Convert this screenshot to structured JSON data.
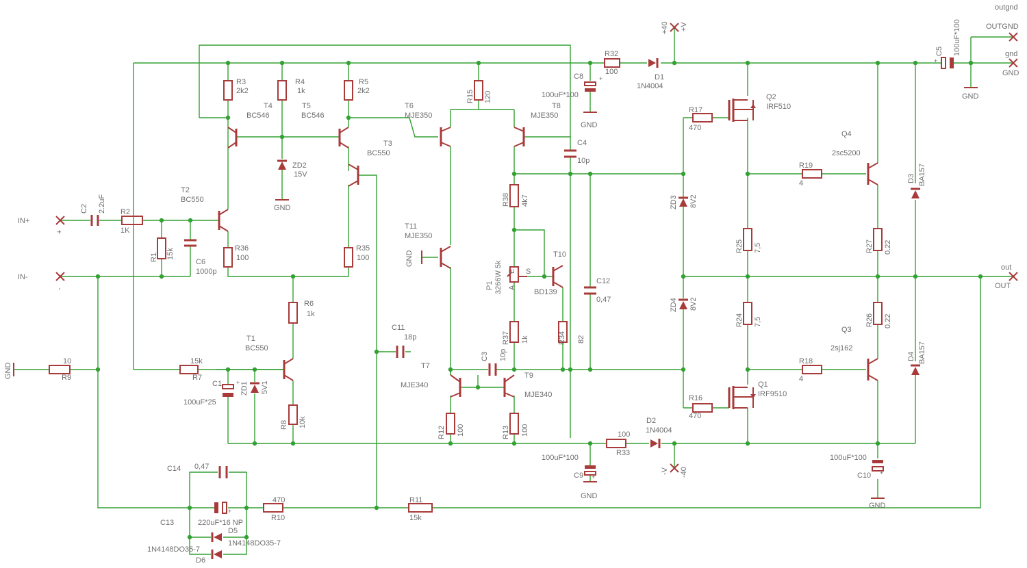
{
  "components": {
    "R1": {
      "name": "R1",
      "value": "15k"
    },
    "R2": {
      "name": "R2",
      "value": "1K"
    },
    "R3": {
      "name": "R3",
      "value": "2k2"
    },
    "R4": {
      "name": "R4",
      "value": "1k"
    },
    "R5": {
      "name": "R5",
      "value": "2k2"
    },
    "R6": {
      "name": "R6",
      "value": "1k"
    },
    "R7": {
      "name": "R7",
      "value": "15k"
    },
    "R8": {
      "name": "R8",
      "value": "10k"
    },
    "R9": {
      "name": "R9",
      "value": "10"
    },
    "R10": {
      "name": "R10",
      "value": "470"
    },
    "R11": {
      "name": "R11",
      "value": "15k"
    },
    "R12": {
      "name": "R12",
      "value": "100"
    },
    "R13": {
      "name": "R13",
      "value": "100"
    },
    "R15": {
      "name": "R15",
      "value": "120"
    },
    "R16": {
      "name": "R16",
      "value": "470"
    },
    "R17": {
      "name": "R17",
      "value": "470"
    },
    "R18": {
      "name": "R18",
      "value": "4"
    },
    "R19": {
      "name": "R19",
      "value": "4"
    },
    "R24": {
      "name": "R24",
      "value": "7,5"
    },
    "R25": {
      "name": "R25",
      "value": "7,5"
    },
    "R26": {
      "name": "R26",
      "value": "0.22"
    },
    "R27": {
      "name": "R27",
      "value": "0.22"
    },
    "R32": {
      "name": "R32",
      "value": "100"
    },
    "R33": {
      "name": "R33",
      "value": "100"
    },
    "R34": {
      "name": "R34",
      "value": "82"
    },
    "R35": {
      "name": "R35",
      "value": "100"
    },
    "R36": {
      "name": "R36",
      "value": "100"
    },
    "R37": {
      "name": "R37",
      "value": "1k"
    },
    "R38": {
      "name": "R38",
      "value": "4k7"
    },
    "C1": {
      "name": "C1",
      "value": "100uF*25"
    },
    "C2": {
      "name": "C2",
      "value": "2.2uF"
    },
    "C3": {
      "name": "C3",
      "value": "10p"
    },
    "C4": {
      "name": "C4",
      "value": "10p"
    },
    "C5": {
      "name": "C5",
      "value": "100uF*100"
    },
    "C6": {
      "name": "C6",
      "value": "1000p"
    },
    "C8": {
      "name": "C8",
      "value": "100uF*100"
    },
    "C9": {
      "name": "C9",
      "value": "100uF*100"
    },
    "C10": {
      "name": "C10",
      "value": "100uF*100"
    },
    "C11": {
      "name": "C11",
      "value": "18p"
    },
    "C12": {
      "name": "C12",
      "value": "0,47"
    },
    "C13": {
      "name": "C13",
      "value": "220uF*16 NP"
    },
    "C14": {
      "name": "C14",
      "value": "0,47"
    },
    "T1": {
      "name": "T1",
      "value": "BC550"
    },
    "T2": {
      "name": "T2",
      "value": "BC550"
    },
    "T3": {
      "name": "T3",
      "value": "BC550"
    },
    "T4": {
      "name": "T4",
      "value": "BC546"
    },
    "T5": {
      "name": "T5",
      "value": "BC546"
    },
    "T6": {
      "name": "T6",
      "value": "MJE350"
    },
    "T7": {
      "name": "T7",
      "value": "MJE340"
    },
    "T8": {
      "name": "T8",
      "value": "MJE350"
    },
    "T9": {
      "name": "T9",
      "value": "MJE340"
    },
    "T10": {
      "name": "T10",
      "value": "BD139"
    },
    "T11": {
      "name": "T11",
      "value": "MJE350"
    },
    "Q1": {
      "name": "Q1",
      "value": "IRF9510"
    },
    "Q2": {
      "name": "Q2",
      "value": "IRF510"
    },
    "Q3": {
      "name": "Q3",
      "value": "2sj162"
    },
    "Q4": {
      "name": "Q4",
      "value": "2sc5200"
    },
    "D1": {
      "name": "D1",
      "value": "1N4004"
    },
    "D2": {
      "name": "D2",
      "value": "1N4004"
    },
    "D3": {
      "name": "D3",
      "value": "BA157"
    },
    "D4": {
      "name": "D4",
      "value": "BA157"
    },
    "D5": {
      "name": "D5",
      "value": "1N4148DO35-7"
    },
    "D6": {
      "name": "D6",
      "value": "1N4148DO35-7"
    },
    "ZD1": {
      "name": "ZD1",
      "value": "5V1"
    },
    "ZD2": {
      "name": "ZD2",
      "value": "15V"
    },
    "ZD3": {
      "name": "ZD3",
      "value": "8V2"
    },
    "ZD4": {
      "name": "ZD4",
      "value": "8V2"
    },
    "P1": {
      "name": "P1",
      "value": "3266W 5k"
    }
  },
  "pins": {
    "a": "A",
    "e": "E",
    "s": "S"
  },
  "ports": {
    "in_plus": {
      "label": "IN+",
      "sign": "+"
    },
    "in_minus": {
      "label": "IN-",
      "sign": "-"
    },
    "vplus": {
      "value": "+40",
      "sign": "+V"
    },
    "vminus": {
      "value": "-40",
      "sign": "-V"
    },
    "outgnd": {
      "net": "outgnd",
      "label": "OUTGND"
    },
    "gnd": {
      "net": "gnd",
      "label": "GND"
    },
    "out": {
      "net": "out",
      "label": "OUT"
    }
  },
  "gnd_label": "GND"
}
